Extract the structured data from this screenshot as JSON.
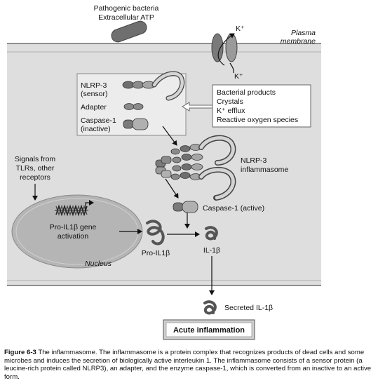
{
  "colors": {
    "cell_fill": "#dedede",
    "membrane_line": "#9a9a9a",
    "inset_fill": "#ececec",
    "nucleus_fill": "#b5b5b5",
    "protein_dark": "#6f6f6f",
    "protein_light": "#c9c9c9",
    "output_box_fill": "#cfcfcf"
  },
  "labels": {
    "pathogen_line1": "Pathogenic bacteria",
    "pathogen_line2": "Extracellular ATP",
    "k_top": "K⁺",
    "k_bottom": "K⁺",
    "plasma_line1": "Plasma",
    "plasma_line2": "membrane",
    "nlrp3_sensor_line1": "NLRP-3",
    "nlrp3_sensor_line2": "(sensor)",
    "adapter": "Adapter",
    "caspase_inactive_line1": "Caspase-1",
    "caspase_inactive_line2": "(inactive)",
    "stimuli": [
      "Bacterial products",
      "Crystals",
      "K⁺ efflux",
      "Reactive oxygen species"
    ],
    "inflammasome_line1": "NLRP-3",
    "inflammasome_line2": "inflammasome",
    "signals_line1": "Signals from",
    "signals_line2": "TLRs, other",
    "signals_line3": "receptors",
    "gene_line1": "Pro-IL1β gene",
    "gene_line2": "activation",
    "nucleus": "Nucleus",
    "caspase_active": "Caspase-1 (active)",
    "pro_il1b": "Pro-IL1β",
    "il1b": "IL-1β",
    "secreted": "Secreted IL-1β",
    "outcome": "Acute inflammation"
  },
  "caption": {
    "figure_label": "Figure 6-3",
    "text": " The inflammasome. The inflammasome is a protein complex that recognizes products of dead cells and some microbes and induces the secretion of biologically active interleukin 1. The inflammasome consists of a sensor protein (a leucine-rich protein called NLRP3), an adapter, and the enzyme caspase-1, which is converted from an inactive to an active form."
  }
}
